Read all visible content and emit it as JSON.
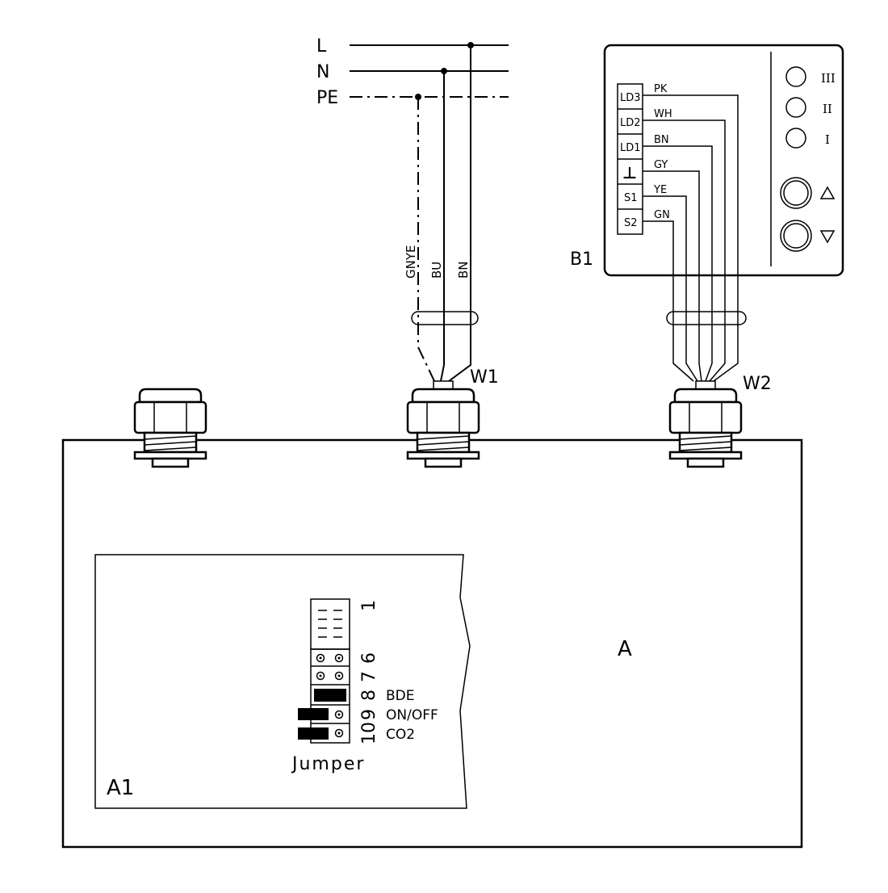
{
  "supply": {
    "l": "L",
    "n": "N",
    "pe": "PE"
  },
  "cable_w1": {
    "label": "W1",
    "cores": [
      "GNYE",
      "BU",
      "BN"
    ]
  },
  "cable_w2": {
    "label": "W2"
  },
  "control_unit": {
    "label": "B1",
    "terminals": [
      "LD3",
      "LD2",
      "LD1",
      "⊥",
      "S1",
      "S2"
    ],
    "wire_colors": [
      "PK",
      "WH",
      "BN",
      "GY",
      "YE",
      "GN"
    ],
    "indicators": [
      "III",
      "II",
      "I"
    ],
    "buttons": [
      "up-arrow-icon",
      "down-arrow-icon"
    ]
  },
  "device": {
    "label": "A"
  },
  "board": {
    "label": "A1",
    "terminal_numbers": [
      "1",
      "6",
      "7",
      "8",
      "9",
      "10"
    ],
    "jumper_functions": [
      "BDE",
      "ON/OFF",
      "CO2"
    ],
    "jumper_caption": "Jumper"
  }
}
